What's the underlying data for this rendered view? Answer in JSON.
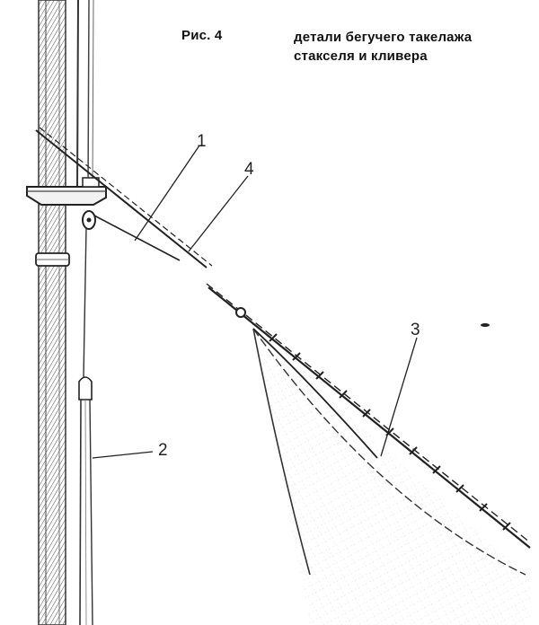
{
  "caption": {
    "figure_number": "Рис. 4",
    "title_line_1": "детали бегучего такелажа",
    "title_line_2": "стакселя и кливера"
  },
  "callouts": [
    "1",
    "2",
    "3",
    "4"
  ]
}
